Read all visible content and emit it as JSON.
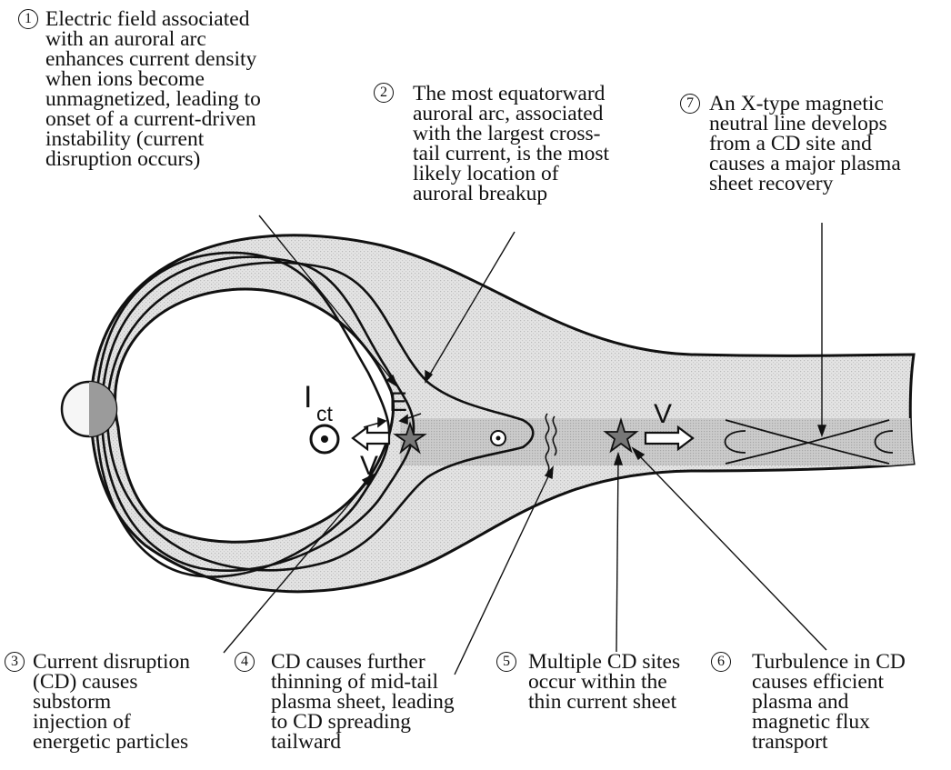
{
  "annotations": [
    {
      "number": "1",
      "text": "Electric field associated\nwith an auroral arc\nenhances current density\nwhen ions become\nunmagnetized, leading to\nonset of a current-driven\ninstability (current\ndisruption occurs)"
    },
    {
      "number": "2",
      "text": "The most equatorward\nauroral arc, associated\nwith the largest cross-\ntail current, is the most\nlikely location of\nauroral breakup"
    },
    {
      "number": "3",
      "text": "Current disruption\n(CD) causes\nsubstorm\ninjection of\nenergetic particles"
    },
    {
      "number": "4",
      "text": "CD causes further\nthinning of mid-tail\nplasma sheet, leading\nto CD spreading\ntailward"
    },
    {
      "number": "5",
      "text": "Multiple CD sites\noccur within the\nthin current sheet"
    },
    {
      "number": "6",
      "text": "Turbulence in CD\ncauses efficient\nplasma and\nmagnetic flux\ntransport"
    },
    {
      "number": "7",
      "text": "An X-type magnetic\nneutral line develops\nfrom a CD site and\ncauses a major plasma\nsheet recovery"
    }
  ],
  "labels": {
    "current_main": "I",
    "current_sub": "ct",
    "electric_field": "E",
    "velocity_earthward": "V",
    "velocity_tailward": "V"
  },
  "colors": {
    "ink": "#111111",
    "plasma_fill": "#e3e3e3",
    "sheet_fill": "#c6c6c6",
    "star_fill": "#777777",
    "earth_fill": "#f6f6f6"
  }
}
